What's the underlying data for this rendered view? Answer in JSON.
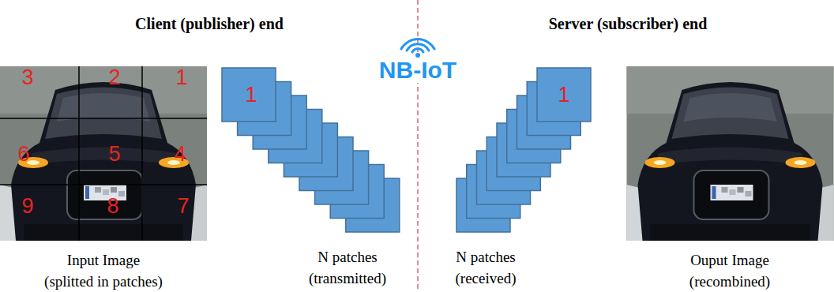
{
  "diagram": {
    "nodes": [
      {
        "text": [
          "Input Image (splitted in patches)"
        ]
      },
      {
        "text": [
          "3"
        ],
        "in": 0
      },
      {
        "text": [
          "2"
        ],
        "in": 0
      },
      {
        "text": [
          "1"
        ],
        "in": 0
      },
      {
        "text": [
          "6"
        ],
        "in": 0
      },
      {
        "text": [
          "5"
        ],
        "in": 0
      },
      {
        "text": [
          "4"
        ],
        "in": 0
      },
      {
        "text": [
          "9"
        ],
        "in": 0
      },
      {
        "text": [
          "8"
        ],
        "in": 0
      },
      {
        "text": [
          "7"
        ],
        "in": 0
      },
      {
        "text": [
          "1",
          "N patches (transmitted)"
        ]
      },
      {
        "text": [
          "1",
          "N patches (received)"
        ]
      },
      {
        "text": [
          "Ouput Image (recombined)"
        ]
      }
    ],
    "labels": [
      "Client (publisher) end",
      "Server (subscriber) end",
      "NB-IoT"
    ]
  }
}
